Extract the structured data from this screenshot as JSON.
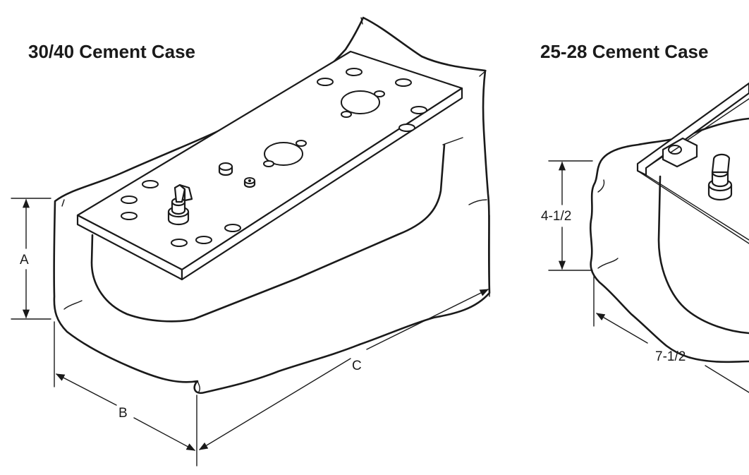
{
  "left_figure": {
    "title": "30/40 Cement Case",
    "labels": {
      "height": "A",
      "depth": "B",
      "length": "C"
    }
  },
  "right_figure": {
    "title": "25-28 Cement Case",
    "labels": {
      "height": "4-1/2",
      "depth": "7-1/2"
    }
  },
  "colors": {
    "line": "#1a1a1a",
    "background": "#ffffff"
  }
}
